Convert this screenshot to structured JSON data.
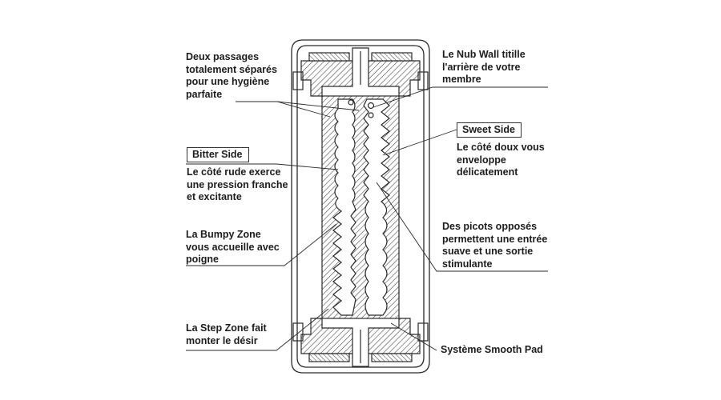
{
  "labels": {
    "deux_passages": "Deux passages\ntotalement séparés\npour une hygiène\nparfaite",
    "nub_wall": "Le Nub Wall titille\nl'arrière de votre\nmembre",
    "sweet_side_title": "Sweet Side",
    "sweet_side_desc": "Le côté doux vous\nenveloppe\ndélicatement",
    "bitter_side_title": "Bitter Side",
    "bitter_side_desc": "Le côté rude exerce\nune pression franche\net excitante",
    "bumpy_zone": "La Bumpy Zone\nvous accueille avec\npoigne",
    "picots": "Des picots opposés\npermettent une entrée\nsuave et une sortie\nstimulante",
    "step_zone": "La Step Zone fait\nmonter le désir",
    "smooth_pad": "Système Smooth Pad"
  },
  "colors": {
    "ink": "#2a2a2a",
    "hatch": "#444444",
    "background": "#ffffff"
  }
}
